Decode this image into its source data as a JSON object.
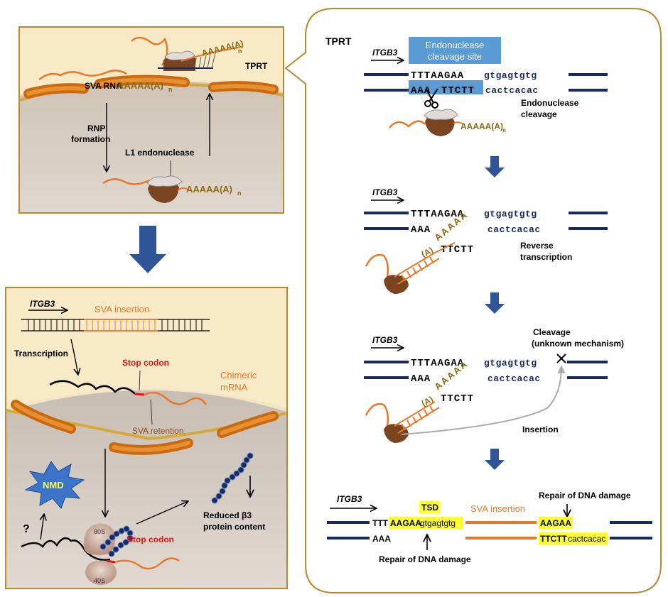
{
  "colors": {
    "panel_border": "#b58a2e",
    "panel_fill_top": "#fdf1cf",
    "panel_fill_bottom": "#d9cfc4",
    "dna_navy": "#1a2a5e",
    "rna_orange": "#e8792c",
    "polyA_olive": "#8a6a12",
    "cut_box_blue": "#5b9bd5",
    "highlight_yellow": "#ffff33",
    "flow_arrow_blue": "#2f5597",
    "stop_red": "#e81010",
    "nmd_blue": "#3b74c9",
    "nucleus_gold": "#d08a20"
  },
  "top_left": {
    "sva_rna": "SVA RNA",
    "polyA_1": "AAAAA(A)",
    "polyA_sub": "n",
    "rnp": "RNP",
    "formation": "formation",
    "l1": "L1 endonuclease",
    "polyA_2": "AAAAA(A)",
    "polyA_3": "AAAAA(A)",
    "tprt": "TPRT"
  },
  "bottom_left": {
    "itgb3": "ITGB3",
    "sva_insertion": "SVA insertion",
    "transcription": "Transcription",
    "stop_codon_top": "Stop codon",
    "chimeric": "Chimeric",
    "mrna": "mRNA",
    "sva_retention": "SVA retention",
    "nmd": "NMD",
    "question": "?",
    "reduced": "Reduced β3",
    "protein": "protein content",
    "ribo_80s": "80S",
    "ribo_40s": "40S",
    "stop_codon_bottom": "Stop codon"
  },
  "right": {
    "tprt": "TPRT",
    "itgb3": "ITGB3",
    "cut_site_line1": "Endonuclease",
    "cut_site_line2": "cleavage site",
    "s1_top_upper": "TTTAAGAA",
    "s1_top_lower": "gtgagtgtg",
    "s1_bot_left": "AAA",
    "s1_bot_mid": "TTCTT",
    "s1_bot_lower": "cactcacac",
    "endo1": "Endonuclease",
    "endo2": "cleavage",
    "polyA_r": "AAAAA(A)",
    "polyA_sub": "n",
    "s2_top_upper": "TTTAAGAA",
    "s2_top_lower": "gtgagtgtg",
    "s2_bot_left": "AAA",
    "s2_polyA": "AAAAA",
    "s2_bot_mid": "TTCTT",
    "s2_bot_lower": "cactcacac",
    "s2_An": "(A)",
    "rt1": "Reverse",
    "rt2": "transcription",
    "cleavage1": "Cleavage",
    "cleavage2": "(unknown mechanism)",
    "insertion": "Insertion",
    "s4_tsd": "TSD",
    "s4_sva": "SVA insertion",
    "s4_repair_top": "Repair of DNA damage",
    "s4_top_left_plain": "TTT",
    "s4_top_left_hl_upper": "AAGAA",
    "s4_top_left_hl_lower": "gtgagtgtg",
    "s4_bot_left": "AAA",
    "s4_top_right": "AAGAA",
    "s4_bot_right_upper": "TTCTT",
    "s4_bot_right_lower": "cactcacac",
    "s4_repair_bottom": "Repair of DNA damage"
  }
}
